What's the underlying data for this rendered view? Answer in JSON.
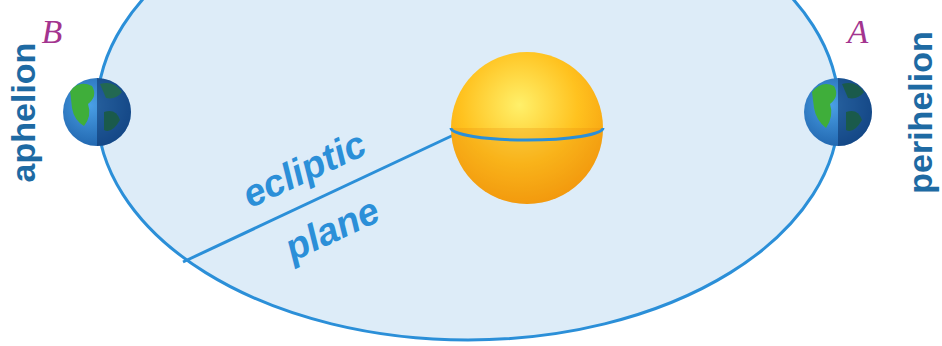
{
  "diagram": {
    "labels": [
      "B",
      "A",
      "aphelion",
      "perihelion",
      "ecliptic plane"
    ]
  }
}
